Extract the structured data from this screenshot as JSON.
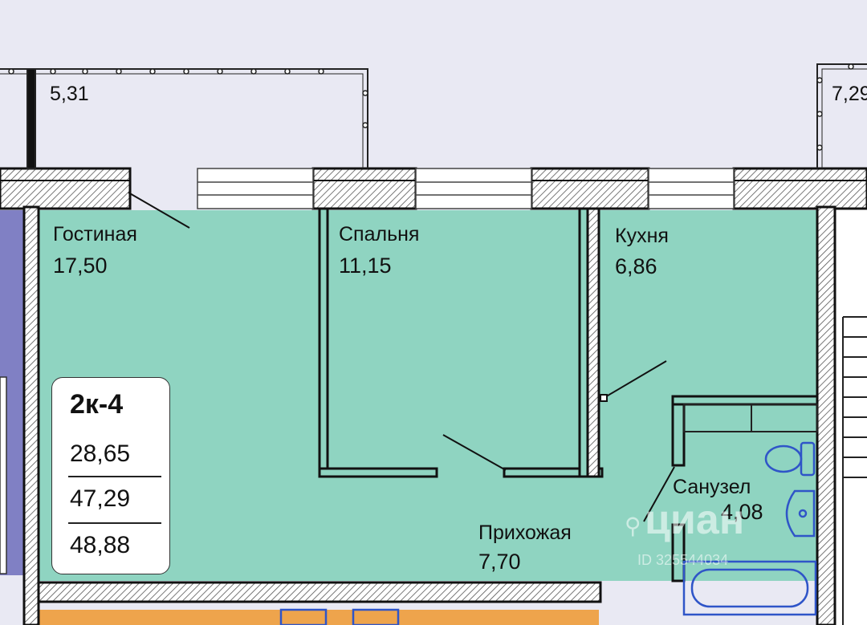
{
  "rooms": {
    "living": {
      "name": "Гостиная",
      "area": "17,50"
    },
    "bedroom": {
      "name": "Спальня",
      "area": "11,15"
    },
    "kitchen": {
      "name": "Кухня",
      "area": "6,86"
    },
    "bathroom": {
      "name": "Санузел",
      "area": "4,08"
    },
    "hallway": {
      "name": "Прихожая",
      "area": "7,70"
    }
  },
  "balconies": {
    "left": "5,31",
    "right": "7,29"
  },
  "apartment": {
    "code": "2к-4",
    "living_area": "28,65",
    "total_area": "47,29",
    "total_with_balcony": "48,88"
  },
  "watermark": {
    "brand": "циан",
    "id": "ID 325544034"
  },
  "colors": {
    "room_fill": "#8fd4c1",
    "background": "#e9e9f3",
    "neighbor_violet": "#8080c4",
    "neighbor_orange": "#eea44c",
    "wall": "#111111",
    "fixture": "#2f55c8"
  }
}
